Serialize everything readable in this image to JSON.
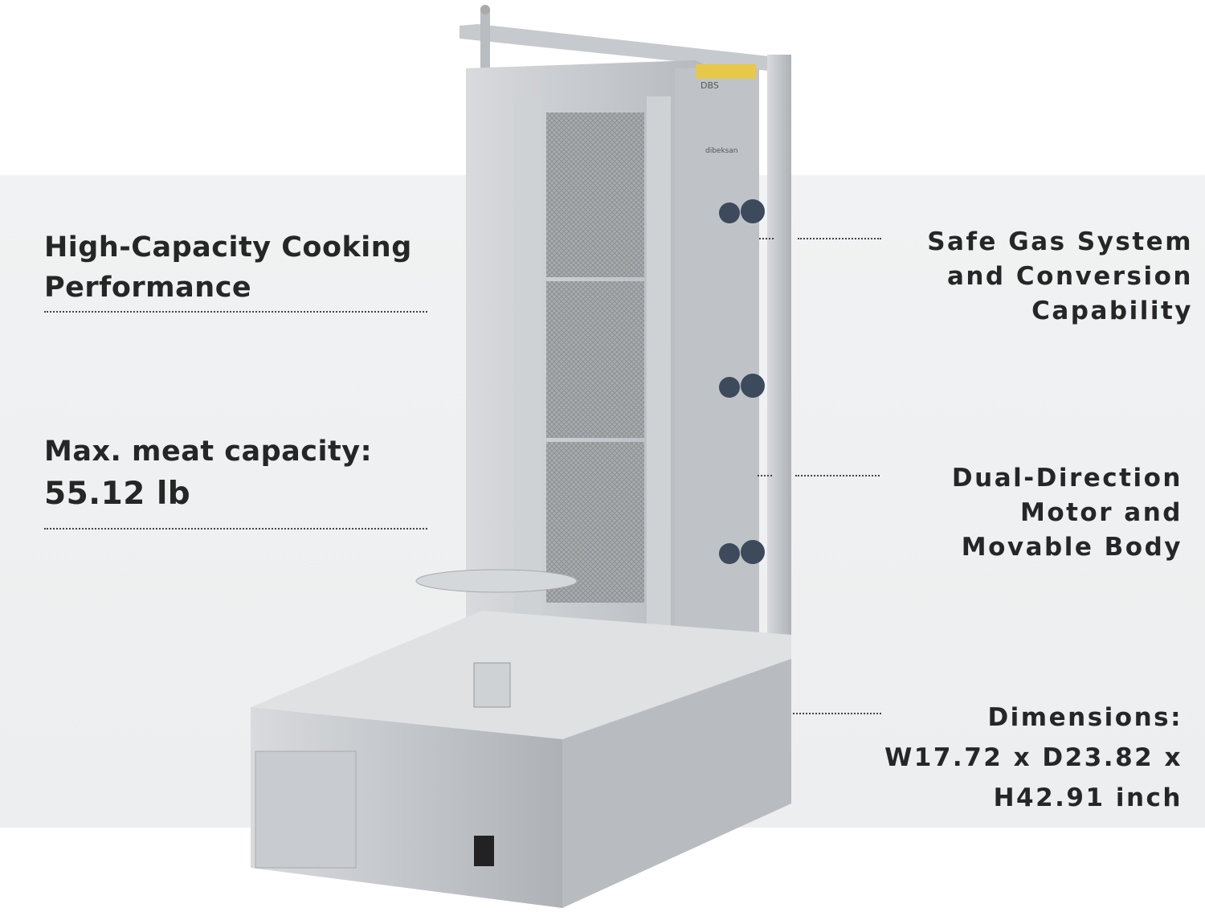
{
  "features_left": [
    {
      "lines": [
        "High-Capacity Cooking",
        "Performance"
      ]
    },
    {
      "label": "Max. meat capacity:",
      "value": "55.12 lb"
    }
  ],
  "features_right": [
    {
      "lines": [
        "Safe Gas System",
        "and Conversion",
        "Capability"
      ]
    },
    {
      "lines": [
        "Dual-Direction",
        "Motor and",
        "Movable Body"
      ]
    },
    {
      "lines": [
        "Dimensions:",
        "W17.72 x D23.82 x",
        "H42.91 inch"
      ]
    }
  ],
  "product_label": {
    "brand": "DBS",
    "maker": "dibeksan"
  },
  "colors": {
    "background": "#ffffff",
    "band": "#eff0f1",
    "text": "#262626",
    "steel": "#c9ccd0",
    "knob": "#3c4a5c"
  }
}
